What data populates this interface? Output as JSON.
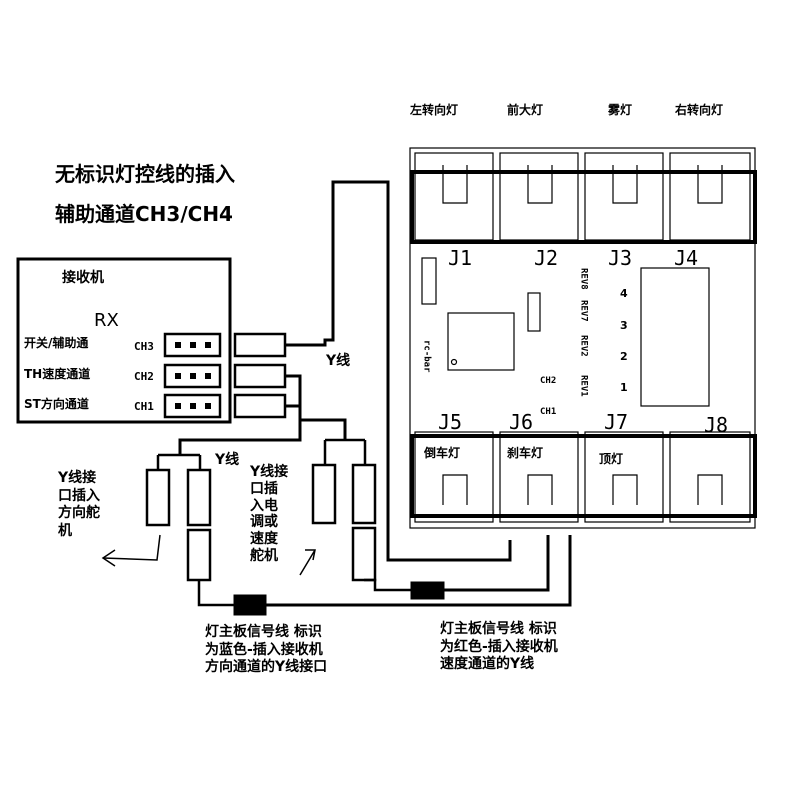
{
  "title": {
    "line1": "无标识灯控线的插入",
    "line2": "辅助通道CH3/CH4"
  },
  "receiver": {
    "title": "接收机",
    "rx": "RX",
    "rows": [
      {
        "label": "开关/辅助通",
        "channel": "CH3"
      },
      {
        "label": "TH速度通道",
        "channel": "CH2"
      },
      {
        "label": "ST方向通道",
        "channel": "CH1"
      }
    ]
  },
  "board": {
    "top_lights": [
      "左转向灯",
      "前大灯",
      "雾灯",
      "右转向灯"
    ],
    "top_jacks": [
      "J1",
      "J2",
      "J3",
      "J4"
    ],
    "bottom_jacks": [
      "J5",
      "J6",
      "J7",
      "J8"
    ],
    "bottom_lights": [
      "倒车灯",
      "刹车灯",
      "顶灯"
    ],
    "rev_labels": [
      "REV1",
      "REV2",
      "REV7",
      "REV8"
    ],
    "pin_numbers": [
      "4",
      "3",
      "2",
      "1"
    ],
    "ch_labels": [
      "CH2",
      "CH1"
    ],
    "chip_label": "rc-bar"
  },
  "annotations": {
    "y_wire_top": "Y线",
    "y_wire_left": "Y线",
    "steering_note": "Y线接\n口插入\n方向舵\n机",
    "speed_note": "Y线接\n口插\n入电\n调或\n速度\n舵机",
    "blue_note": "灯主板信号线 标识\n为蓝色-插入接收机\n方向通道的Y线接口",
    "red_note": "灯主板信号线 标识\n为红色-插入接收机\n速度通道的Y线"
  }
}
